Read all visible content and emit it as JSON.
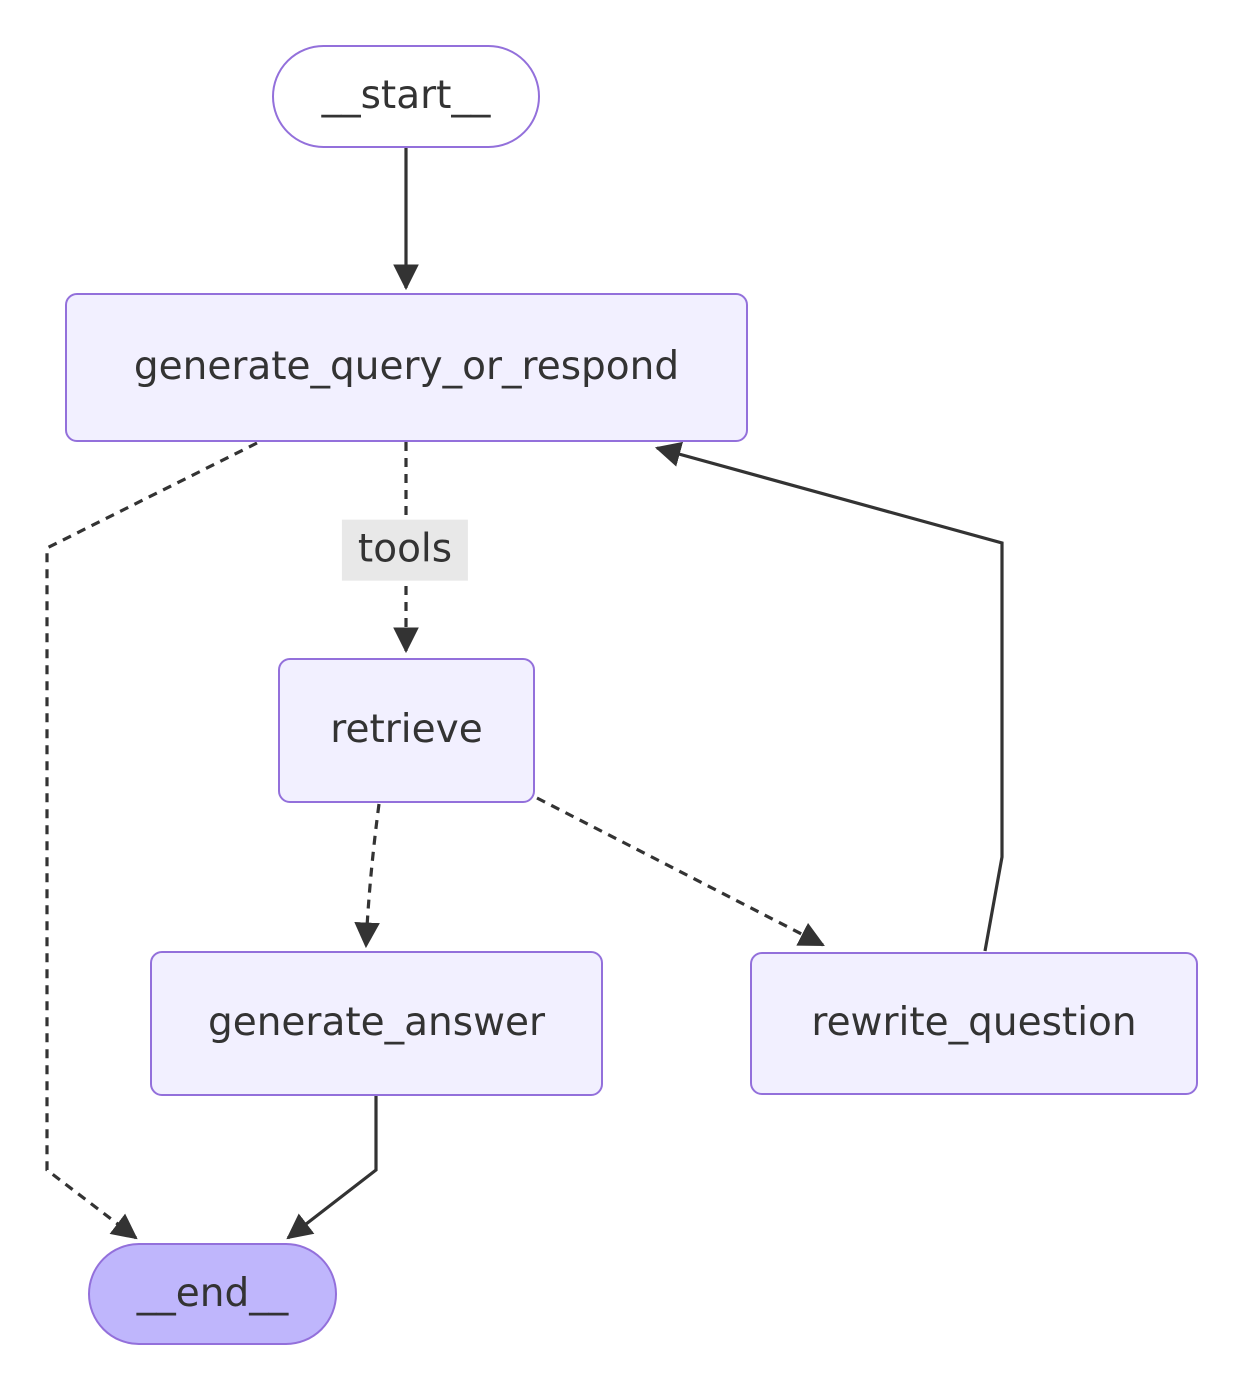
{
  "diagram": {
    "type": "flowchart",
    "direction": "top-down",
    "nodes": {
      "start": {
        "label": "__start__",
        "shape": "pill",
        "fill": "#ffffff"
      },
      "generate_query_or_respond": {
        "label": "generate_query_or_respond",
        "shape": "box",
        "fill": "#f2f0ff"
      },
      "retrieve": {
        "label": "retrieve",
        "shape": "box",
        "fill": "#f2f0ff"
      },
      "generate_answer": {
        "label": "generate_answer",
        "shape": "box",
        "fill": "#f2f0ff"
      },
      "rewrite_question": {
        "label": "rewrite_question",
        "shape": "box",
        "fill": "#f2f0ff"
      },
      "end": {
        "label": "__end__",
        "shape": "pill",
        "fill": "#bfb6fc"
      }
    },
    "edge_labels": {
      "tools": "tools"
    },
    "edges": [
      {
        "from": "__start__",
        "to": "generate_query_or_respond",
        "style": "solid",
        "label": ""
      },
      {
        "from": "generate_query_or_respond",
        "to": "retrieve",
        "style": "dotted",
        "label": "tools"
      },
      {
        "from": "generate_query_or_respond",
        "to": "__end__",
        "style": "dotted",
        "label": ""
      },
      {
        "from": "retrieve",
        "to": "generate_answer",
        "style": "dotted",
        "label": ""
      },
      {
        "from": "retrieve",
        "to": "rewrite_question",
        "style": "dotted",
        "label": ""
      },
      {
        "from": "generate_answer",
        "to": "__end__",
        "style": "solid",
        "label": ""
      },
      {
        "from": "rewrite_question",
        "to": "generate_query_or_respond",
        "style": "solid",
        "label": ""
      }
    ],
    "colors": {
      "node_fill": "#f2f0ff",
      "node_border": "#9370db",
      "end_fill": "#bfb6fc",
      "start_fill": "#ffffff",
      "text_color": "#333333",
      "edge_color": "#333333",
      "edge_label_bg": "#e8e8e8"
    }
  }
}
